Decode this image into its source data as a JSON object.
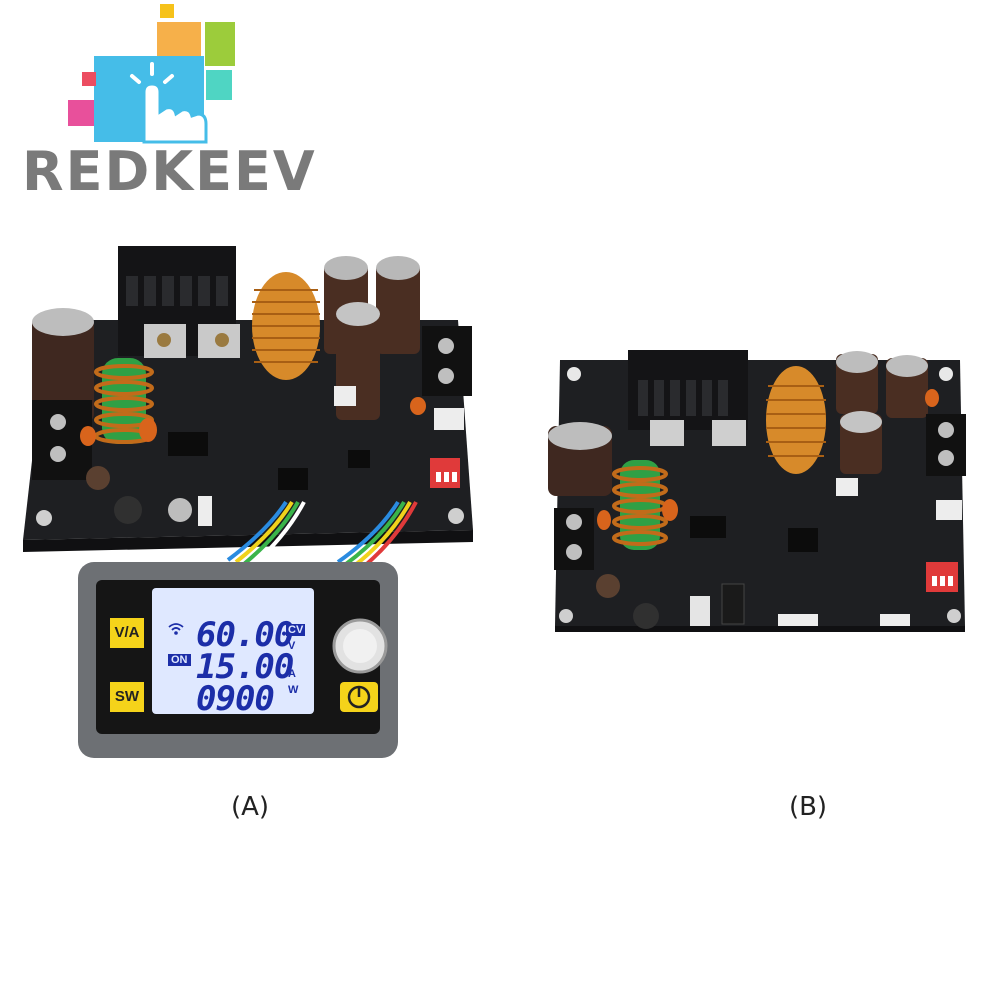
{
  "logo": {
    "text": "REDKEEV"
  },
  "products": [
    {
      "caption": "(A)",
      "display": {
        "button_left_top": "V/A",
        "button_left_bottom": "SW",
        "reading_voltage": "60.00",
        "reading_current": "15.00",
        "reading_power": "0900",
        "unit_voltage": "V",
        "unit_current": "A",
        "unit_power": "W",
        "mode_badge": "CV",
        "status_badge": "ON"
      }
    },
    {
      "caption": "(B)"
    }
  ],
  "colors": {
    "logo_text": "#7a7a7a",
    "pcb": "#1e1f22",
    "lcd_bg": "#dfe8ff",
    "lcd_text": "#1c2ea8",
    "button_yellow": "#f5d31a",
    "enclosure": "#6d7074"
  }
}
